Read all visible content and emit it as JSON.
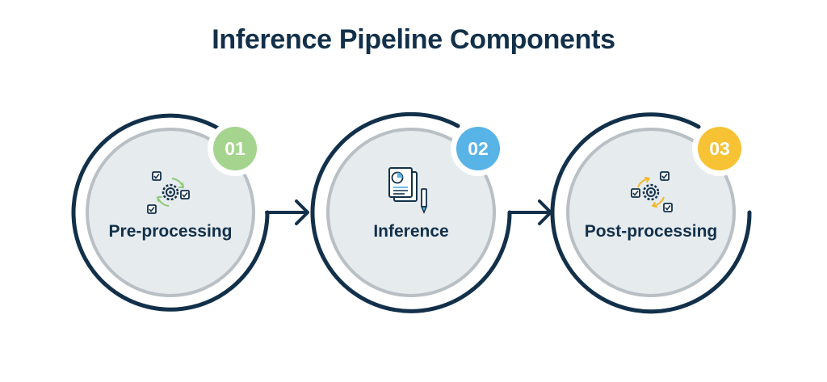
{
  "title": "Inference Pipeline Components",
  "colors": {
    "dark": "#12304a",
    "circle_fill": "#e6ebee",
    "circle_ring": "#b9c0c5",
    "check_color": "#12304a"
  },
  "steps": [
    {
      "number": "01",
      "label": "Pre-processing",
      "badge_color": "#a4d48d",
      "icon": "gear-with-checkboxes-icon",
      "icon_accent": "#8cc976"
    },
    {
      "number": "02",
      "label": "Inference",
      "badge_color": "#58b3e6",
      "icon": "report-document-icon",
      "icon_accent": "#58b3e6"
    },
    {
      "number": "03",
      "label": "Post-processing",
      "badge_color": "#f7c233",
      "icon": "gear-with-checkboxes-icon",
      "icon_accent": "#f1b82a"
    }
  ],
  "connectors": [
    {
      "from": "01",
      "to": "02",
      "icon": "arrow-right-icon"
    },
    {
      "from": "02",
      "to": "03",
      "icon": "arrow-right-icon"
    }
  ]
}
